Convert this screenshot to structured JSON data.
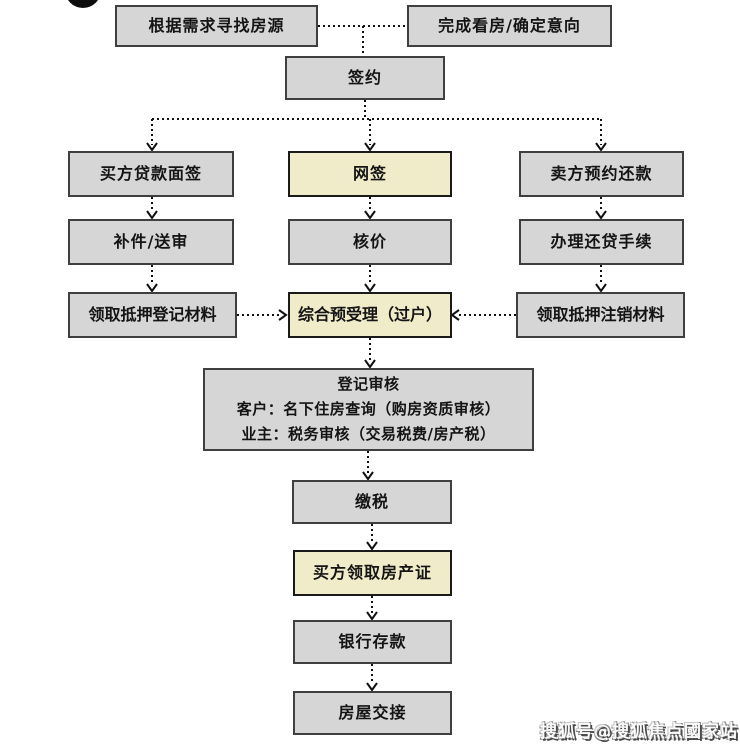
{
  "nodes": {
    "find_listing": {
      "label": "根据需求寻找房源"
    },
    "confirm_intent": {
      "label": "完成看房/确定意向"
    },
    "sign_contract": {
      "label": "签约"
    },
    "buyer_loan_interview": {
      "label": "买方贷款面签"
    },
    "online_signing": {
      "label": "网签"
    },
    "seller_repayment_appt": {
      "label": "卖方预约还款"
    },
    "supplement_review": {
      "label": "补件/送审"
    },
    "price_verification": {
      "label": "核价"
    },
    "repayment_procedure": {
      "label": "办理还贷手续"
    },
    "mortgage_registration_materials": {
      "label": "领取抵押登记材料"
    },
    "comprehensive_pre_acceptance": {
      "label": "综合预受理（过户）"
    },
    "mortgage_cancellation_materials": {
      "label": "领取抵押注销材料"
    },
    "registration_review": {
      "title": "登记审核",
      "line_client": "客户：名下住房查询（购房资质审核）",
      "line_owner": "业主：税务审核（交易税费/房产税）"
    },
    "pay_tax": {
      "label": "缴税"
    },
    "buyer_receive_deed": {
      "label": "买方领取房产证"
    },
    "bank_deposit": {
      "label": "银行存款"
    },
    "house_handover": {
      "label": "房屋交接"
    }
  },
  "watermark": {
    "text": "搜狐号@搜狐焦点國家站"
  },
  "colors": {
    "box_gray": "#d6d6d6",
    "box_yellow": "#f0ecca",
    "box_border": "#3f3f3f",
    "line": "#111111",
    "background": "#ffffff"
  }
}
